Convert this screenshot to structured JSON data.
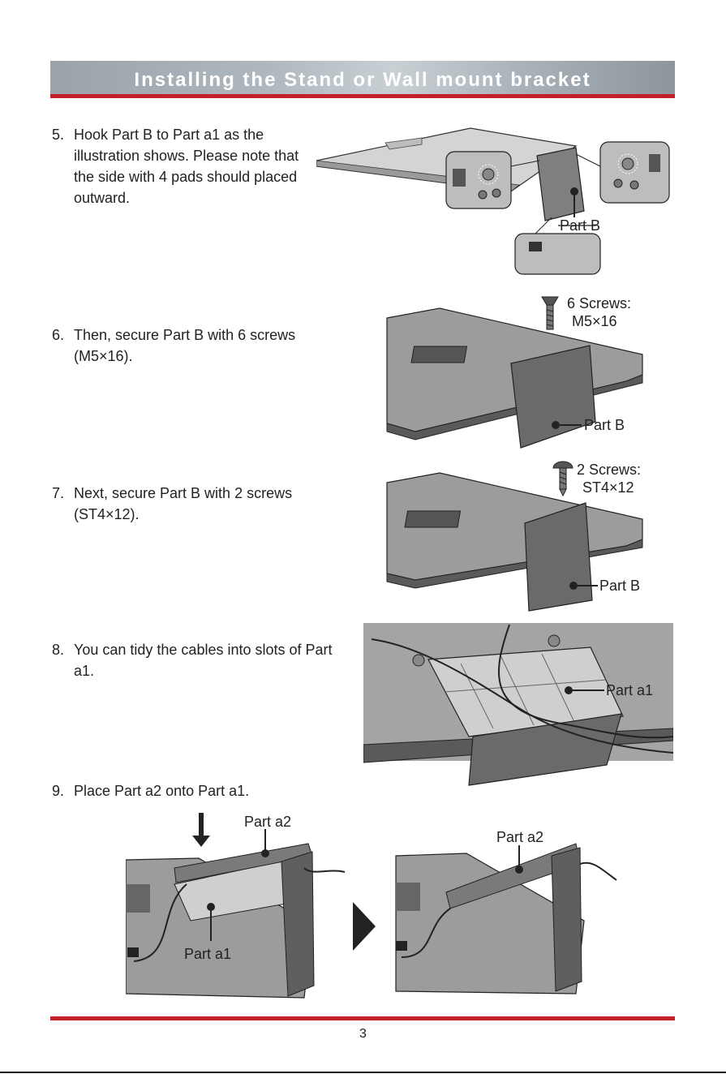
{
  "header": {
    "title": "Installing the Stand or Wall mount bracket"
  },
  "steps": [
    {
      "number": "5.",
      "text": "Hook Part B to Part a1 as the illustration shows. Please note that the side with 4 pads should placed outward."
    },
    {
      "number": "6.",
      "text": "Then, secure Part B with 6 screws (M5×16)."
    },
    {
      "number": "7.",
      "text": "Next, secure Part B with 2 screws (ST4×12)."
    },
    {
      "number": "8.",
      "text": "You can tidy the cables into slots of Part a1."
    },
    {
      "number": "9.",
      "text": "Place Part a2 onto Part a1."
    }
  ],
  "figures": {
    "fig5": {
      "part_label": "Part B"
    },
    "fig6": {
      "screws_label": "6 Screws:",
      "screws_spec": "M5×16",
      "part_label": "Part B"
    },
    "fig7": {
      "screws_label": "2 Screws:",
      "screws_spec": "ST4×12",
      "part_label": "Part B"
    },
    "fig8": {
      "part_label": "Part a1"
    },
    "fig9": {
      "left_top_label": "Part a2",
      "left_bottom_label": "Part a1",
      "right_label": "Part a2"
    }
  },
  "footer": {
    "page_number": "3"
  },
  "colors": {
    "accent_red": "#c4202a",
    "banner_gray": "#aeb8be"
  }
}
